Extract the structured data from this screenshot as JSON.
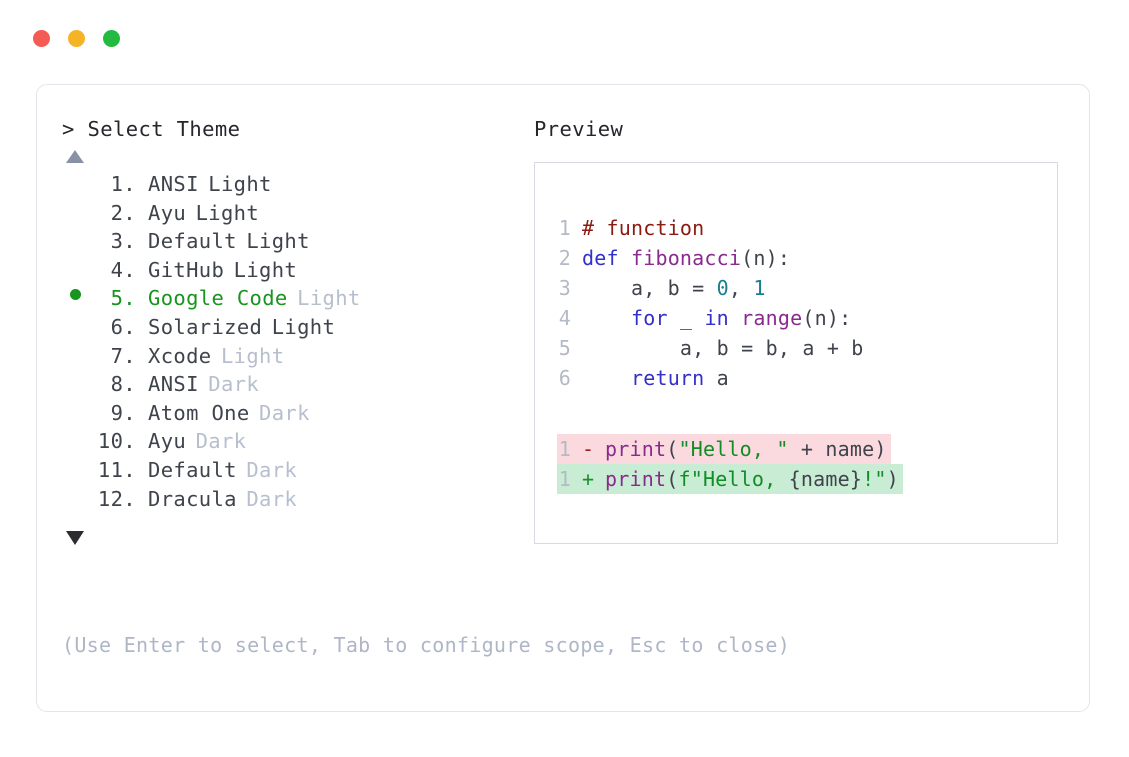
{
  "window": {
    "dots": [
      {
        "name": "close",
        "color": "#f25c54"
      },
      {
        "name": "minimize",
        "color": "#f5b425"
      },
      {
        "name": "maximize",
        "color": "#22ba40"
      }
    ]
  },
  "theme_panel": {
    "prompt": "> Select Theme",
    "scroll_up_icon": "triangle-up-icon",
    "scroll_down_icon": "triangle-down-icon",
    "selected_index": 5,
    "selected_color": "#18941f",
    "items": [
      {
        "index": "1.",
        "name": "ANSI",
        "variant": "Light",
        "variant_muted": false,
        "selected": false
      },
      {
        "index": "2.",
        "name": "Ayu",
        "variant": "Light",
        "variant_muted": false,
        "selected": false
      },
      {
        "index": "3.",
        "name": "Default",
        "variant": "Light",
        "variant_muted": false,
        "selected": false
      },
      {
        "index": "4.",
        "name": "GitHub",
        "variant": "Light",
        "variant_muted": false,
        "selected": false
      },
      {
        "index": "5.",
        "name": "Google Code",
        "variant": "Light",
        "variant_muted": true,
        "selected": true
      },
      {
        "index": "6.",
        "name": "Solarized",
        "variant": "Light",
        "variant_muted": false,
        "selected": false
      },
      {
        "index": "7.",
        "name": "Xcode",
        "variant": "Light",
        "variant_muted": true,
        "selected": false
      },
      {
        "index": "8.",
        "name": "ANSI",
        "variant": "Dark",
        "variant_muted": true,
        "selected": false
      },
      {
        "index": "9.",
        "name": "Atom One",
        "variant": "Dark",
        "variant_muted": true,
        "selected": false
      },
      {
        "index": "10.",
        "name": "Ayu",
        "variant": "Dark",
        "variant_muted": true,
        "selected": false
      },
      {
        "index": "11.",
        "name": "Default",
        "variant": "Dark",
        "variant_muted": true,
        "selected": false
      },
      {
        "index": "12.",
        "name": "Dracula",
        "variant": "Dark",
        "variant_muted": true,
        "selected": false
      }
    ]
  },
  "hint": "(Use Enter to select, Tab to configure scope, Esc to close)",
  "preview": {
    "label": "Preview",
    "code_lines": [
      {
        "n": "1",
        "tokens": [
          {
            "t": "# function",
            "c": "comment"
          }
        ]
      },
      {
        "n": "2",
        "tokens": [
          {
            "t": "def ",
            "c": "keyword"
          },
          {
            "t": "fibonacci",
            "c": "func"
          },
          {
            "t": "(n):",
            "c": "punct"
          }
        ]
      },
      {
        "n": "3",
        "tokens": [
          {
            "t": "    a, b = ",
            "c": "plain"
          },
          {
            "t": "0",
            "c": "number"
          },
          {
            "t": ", ",
            "c": "plain"
          },
          {
            "t": "1",
            "c": "number"
          }
        ]
      },
      {
        "n": "4",
        "tokens": [
          {
            "t": "    ",
            "c": "plain"
          },
          {
            "t": "for",
            "c": "keyword"
          },
          {
            "t": " _ ",
            "c": "plain"
          },
          {
            "t": "in",
            "c": "keyword"
          },
          {
            "t": " ",
            "c": "plain"
          },
          {
            "t": "range",
            "c": "func"
          },
          {
            "t": "(n):",
            "c": "punct"
          }
        ]
      },
      {
        "n": "5",
        "tokens": [
          {
            "t": "        a, b = b, a + b",
            "c": "plain"
          }
        ]
      },
      {
        "n": "6",
        "tokens": [
          {
            "t": "    ",
            "c": "plain"
          },
          {
            "t": "return",
            "c": "keyword"
          },
          {
            "t": " a",
            "c": "plain"
          }
        ]
      }
    ],
    "diff_lines": [
      {
        "n": "1",
        "sign": "-",
        "kind": "del",
        "tokens": [
          {
            "t": "print",
            "c": "func"
          },
          {
            "t": "(",
            "c": "punct"
          },
          {
            "t": "\"Hello, \"",
            "c": "string"
          },
          {
            "t": " + name)",
            "c": "plain"
          }
        ]
      },
      {
        "n": "1",
        "sign": "+",
        "kind": "add",
        "tokens": [
          {
            "t": "print",
            "c": "func"
          },
          {
            "t": "(",
            "c": "punct"
          },
          {
            "t": "f\"Hello, ",
            "c": "string"
          },
          {
            "t": "{name}",
            "c": "plain"
          },
          {
            "t": "!\"",
            "c": "string"
          },
          {
            "t": ")",
            "c": "punct"
          }
        ]
      }
    ],
    "palette": {
      "comment": "#8b1a10",
      "keyword": "#3330c9",
      "function": "#8a2a8f",
      "number": "#1a7f8e",
      "string": "#128c25",
      "plain": "#3f434c",
      "diff_del_bg": "#fad9df",
      "diff_add_bg": "#c9ecd4"
    }
  }
}
